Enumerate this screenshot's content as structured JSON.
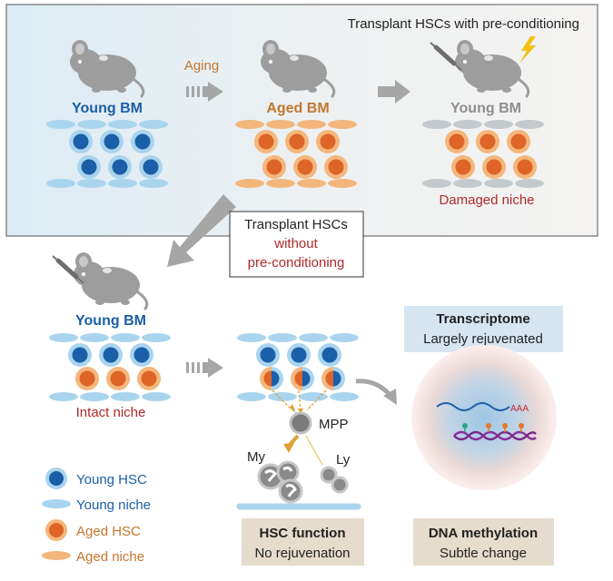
{
  "top_panel": {
    "title": "Transplant HSCs with pre-conditioning",
    "aging_label": "Aging",
    "young_bm_label": "Young BM",
    "aged_bm_label": "Aged BM",
    "recipient_bm_label": "Young BM",
    "damaged_niche_label": "Damaged niche"
  },
  "transplant_box": {
    "line1": "Transplant HSCs",
    "line2": "without",
    "line3": "pre-conditioning"
  },
  "bottom_left": {
    "young_bm_label": "Young BM",
    "intact_niche_label": "Intact niche"
  },
  "legend": [
    {
      "label": "Young HSC"
    },
    {
      "label": "Young niche"
    },
    {
      "label": "Aged HSC"
    },
    {
      "label": "Aged niche"
    }
  ],
  "lineage": {
    "mpp_label": "MPP",
    "my_label": "My",
    "ly_label": "Ly"
  },
  "hsc_function": {
    "title": "HSC function",
    "subtitle": "No rejuvenation"
  },
  "transcriptome": {
    "title": "Transcriptome",
    "subtitle": "Largely rejuvenated",
    "polyA_label": "AAA"
  },
  "dna_methylation": {
    "title": "DNA methylation",
    "subtitle": "Subtle change"
  },
  "colors": {
    "young_blue": "#1a5fa8",
    "young_halo": "#a9d4ee",
    "aged_orange": "#de6428",
    "aged_halo": "#f3b77c",
    "red_text": "#b02a2a",
    "mouse_gray": "#9d9d9d",
    "arrow_gray": "#a6a6a6"
  }
}
